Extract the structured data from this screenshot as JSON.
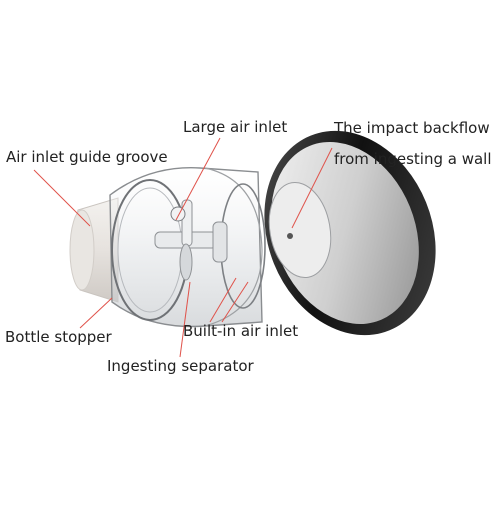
{
  "labels": {
    "large_air_inlet": "Large air inlet",
    "impact_backflow_line1": "The impact backflow",
    "impact_backflow_line2": "from ingesting a wall",
    "air_inlet_guide_groove": "Air inlet guide groove",
    "bottle_stopper": "Bottle stopper",
    "built_in_air_inlet": "Built-in air inlet",
    "ingesting_separator": "Ingesting separator"
  },
  "colors": {
    "leader_line": "#e0524a",
    "text": "#222222",
    "ring_dark": "#2b2b2b",
    "stopper": "#ece9e6",
    "glass": "#d6d9dc"
  }
}
